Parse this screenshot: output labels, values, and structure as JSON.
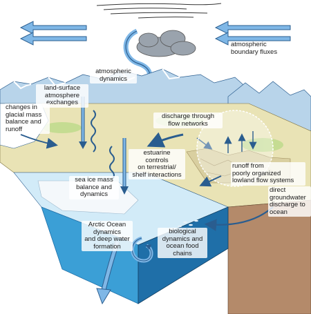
{
  "labels": {
    "atmospheric_boundary_fluxes": "atmospheric\nboundary fluxes",
    "atmospheric_dynamics": "atmospheric\ndynamics",
    "land_surface_exchanges": "land-surface\natmosphere\nexchanges",
    "glacial_mass": "changes in\nglacial mass\nbalance and\nrunoff",
    "discharge_networks": "discharge through\nflow networks",
    "runoff_lowland": "runoff from\npoorly organized\nlowland flow systems",
    "groundwater": "direct\ngroundwater\ndischarge to\nocean",
    "estuarine": "estuarine\ncontrols\non terrestrial/\nshelf interactions",
    "sea_ice": "sea ice mass\nbalance and\ndynamics",
    "arctic_ocean": "Arctic Ocean\ndynamics\nand deep water\nformation",
    "biological": "biological\ndynamics and\nocean food\nchains"
  },
  "colors": {
    "arrow_fill": "#7fb7e6",
    "arrow_stroke": "#2a5d8f",
    "ocean": "#3b9fd6",
    "ocean_deep": "#1f6fa8",
    "land": "#e9e3b5",
    "earth_side": "#b48a6a",
    "mountain": "#b8d4ea",
    "snow": "#ffffff"
  }
}
